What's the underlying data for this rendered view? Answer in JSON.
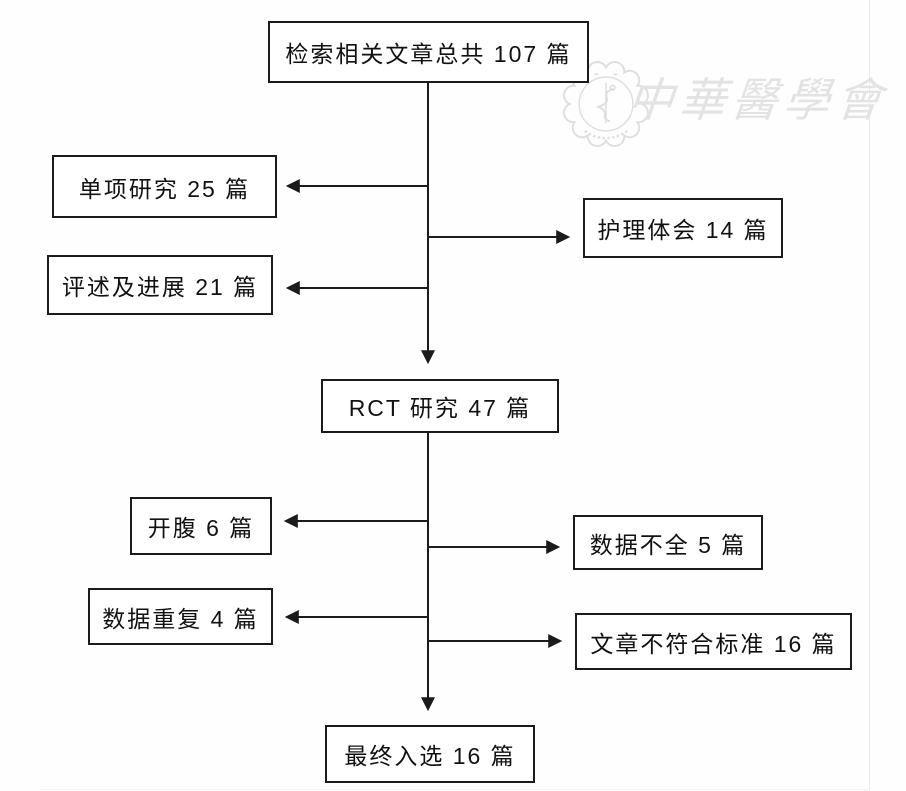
{
  "diagram": {
    "nodes": {
      "total": {
        "label": "检索相关文章总共 107 篇"
      },
      "single": {
        "label": "单项研究 25 篇"
      },
      "nursing": {
        "label": "护理体会 14 篇"
      },
      "reviews": {
        "label": "评述及进展 21 篇"
      },
      "rct": {
        "label": "RCT 研究 47 篇"
      },
      "open": {
        "label": "开腹 6 篇"
      },
      "incomplete": {
        "label": "数据不全 5 篇"
      },
      "duplicate": {
        "label": "数据重复 4 篇"
      },
      "nonstandard": {
        "label": "文章不符合标准 16 篇"
      },
      "final": {
        "label": "最终入选 16 篇"
      }
    },
    "flow": [
      {
        "from": "total",
        "to": "rct",
        "excluded": [
          "single",
          "nursing",
          "reviews"
        ]
      },
      {
        "from": "rct",
        "to": "final",
        "excluded": [
          "open",
          "incomplete",
          "duplicate",
          "nonstandard"
        ]
      }
    ]
  },
  "watermark": {
    "text": "中華醫學會",
    "emblem": "cma-seal-icon"
  },
  "colors": {
    "line": "#1b1b1b",
    "box_border": "#1b1b1b",
    "text": "#111111",
    "watermark": "#e3e3e3",
    "background": "#fefefe"
  }
}
